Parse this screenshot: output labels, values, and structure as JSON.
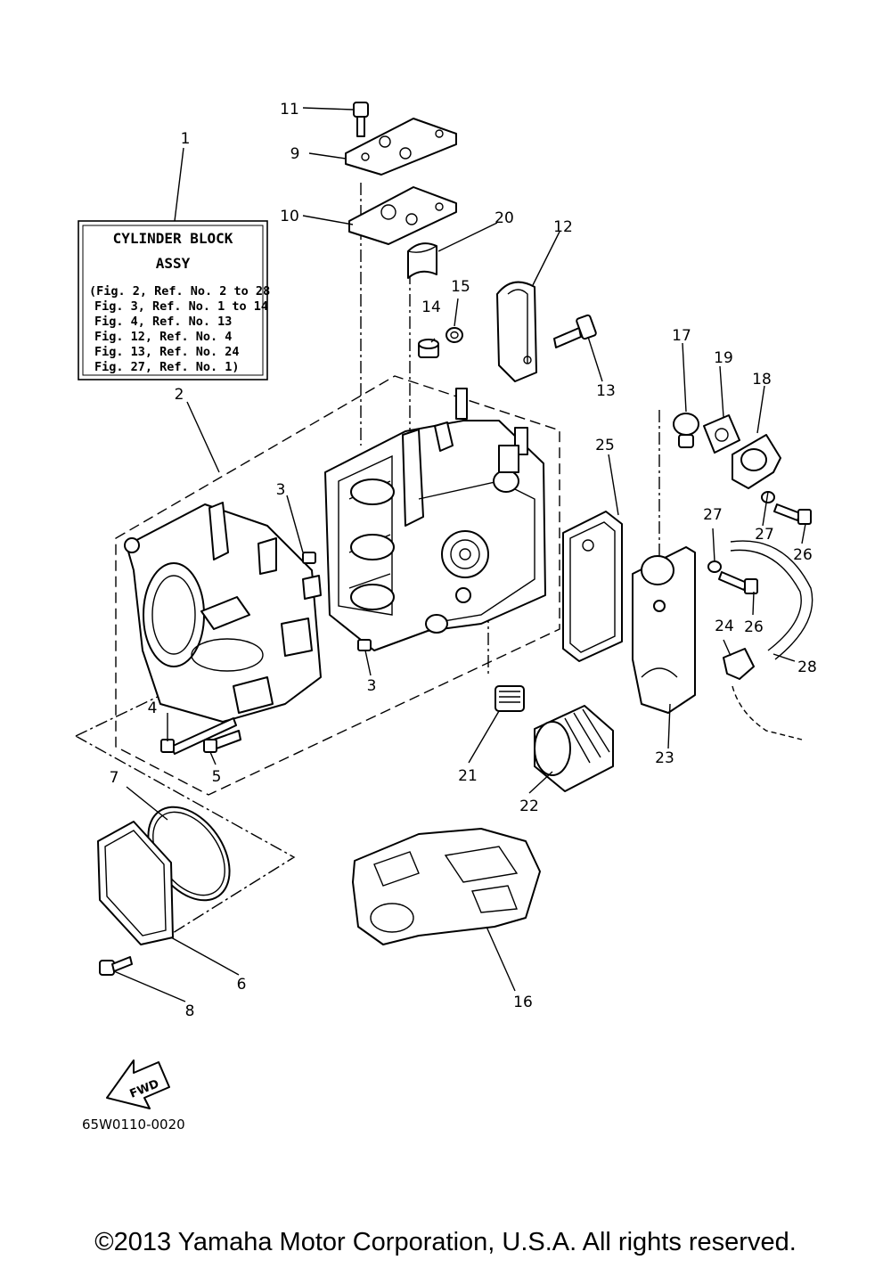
{
  "info_box": {
    "title_line1": "CYLINDER BLOCK",
    "title_line2": "ASSY",
    "refs": [
      "(Fig. 2, Ref. No. 2 to 28",
      "Fig. 3, Ref. No. 1 to 14",
      "Fig. 4, Ref. No. 13",
      "Fig. 12, Ref. No. 4",
      "Fig. 13, Ref. No. 24",
      "Fig. 27, Ref. No. 1)"
    ]
  },
  "callouts": {
    "c1": "1",
    "c2": "2",
    "c3a": "3",
    "c3b": "3",
    "c4": "4",
    "c5": "5",
    "c6": "6",
    "c7": "7",
    "c8": "8",
    "c9": "9",
    "c10": "10",
    "c11": "11",
    "c12": "12",
    "c13": "13",
    "c14": "14",
    "c15": "15",
    "c16": "16",
    "c17": "17",
    "c18": "18",
    "c19": "19",
    "c20": "20",
    "c21": "21",
    "c22": "22",
    "c23": "23",
    "c24": "24",
    "c25": "25",
    "c26a": "26",
    "c26b": "26",
    "c27a": "27",
    "c27b": "27",
    "c28": "28"
  },
  "fwd_label": "FWD",
  "diagram_code": "65W0110-0020",
  "copyright": "©2013 Yamaha Motor Corporation, U.S.A. All rights reserved."
}
